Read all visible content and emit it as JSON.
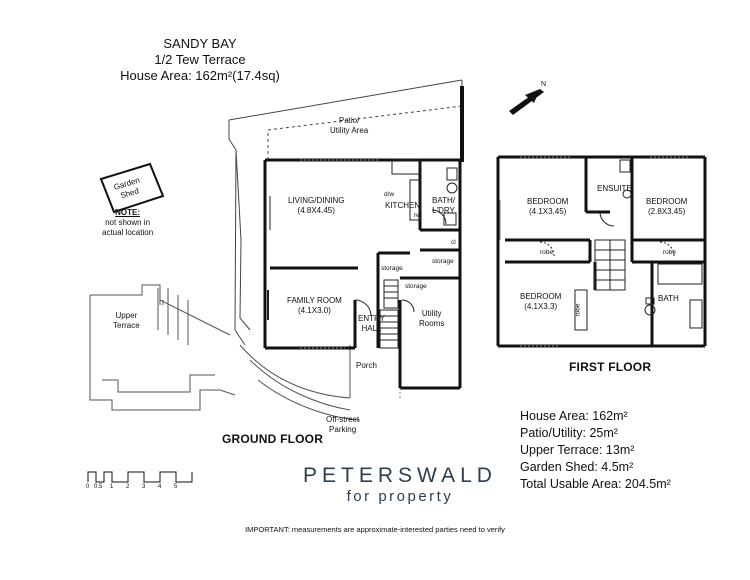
{
  "header": {
    "suburb": "SANDY BAY",
    "address": "1/2 Tew Terrace",
    "house_area": "House Area: 162m²(17.4sq)"
  },
  "ground_floor": {
    "title": "GROUND FLOOR",
    "rooms": {
      "patio": "Patio/",
      "patio_2": "Utility Area",
      "garden_shed": "Garden",
      "garden_shed_2": "Shed",
      "living_dining": "LIVING/DINING",
      "living_dining_size": "(4.8X4.45)",
      "dw": "d/w",
      "kitchen": "KITCHEN",
      "ref": "ref",
      "bath_ldry": "BATH/",
      "bath_ldry_2": "L'DRY",
      "cl": "cl",
      "storage_1": "storage",
      "storage_2": "storage",
      "storage_3": "storage",
      "family_room": "FAMILY ROOM",
      "family_room_size": "(4.1X3.0)",
      "entry_hall": "ENTRY",
      "entry_hall_2": "HALL",
      "utility_rooms": "Utility",
      "utility_rooms_2": "Rooms",
      "upper_terrace": "Upper",
      "upper_terrace_2": "Terrace",
      "porch": "Porch",
      "offstreet_parking": "Off-street",
      "offstreet_parking_2": "Parking"
    },
    "shed_note_title": "NOTE:",
    "shed_note": "not shown in",
    "shed_note_2": "actual location"
  },
  "first_floor": {
    "title": "FIRST FLOOR",
    "rooms": {
      "bedroom_1": "BEDROOM",
      "bedroom_1_size": "(4.1X3.45)",
      "ensuite": "ENSUITE",
      "bedroom_2": "BEDROOM",
      "bedroom_2_size": "(2.8X3.45)",
      "robe_1": "robe",
      "robe_2": "robe",
      "robe_3": "robe",
      "bedroom_3": "BEDROOM",
      "bedroom_3_size": "(4.1X3.3)",
      "bath": "BATH"
    }
  },
  "areas": [
    "House Area: 162m²",
    "Patio/Utility: 25m²",
    "Upper Terrace: 13m²",
    "Garden Shed: 4.5m²",
    "Total Usable Area: 204.5m²"
  ],
  "scale": {
    "ticks": [
      "0",
      "0.5",
      "1",
      "2",
      "3",
      "4",
      "5"
    ]
  },
  "compass": {
    "label": "N"
  },
  "brand": {
    "line1": "PETERSWALD",
    "line2": "for property",
    "color": "#2c3e50"
  },
  "footer_note": "IMPORTANT: measurements are approximate-interested parties need to verify"
}
